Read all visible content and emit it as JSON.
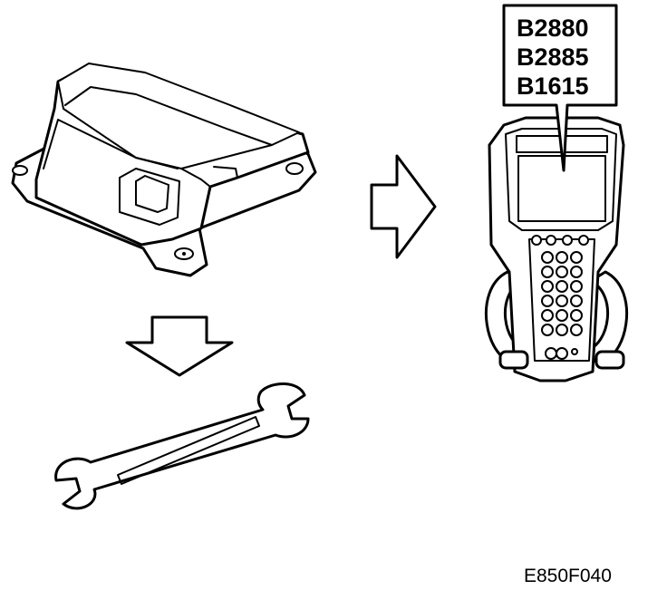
{
  "diagnostic_codes": [
    "B2880",
    "B2885",
    "B1615"
  ],
  "figure_id": "E850F040"
}
